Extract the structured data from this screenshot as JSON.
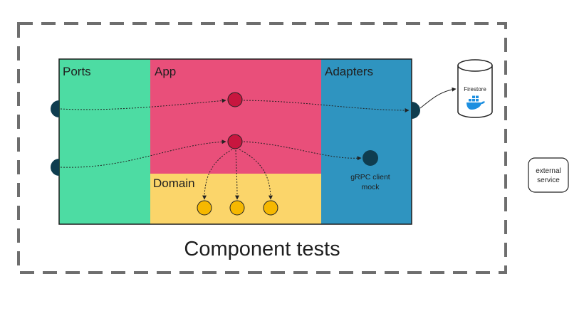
{
  "labels": {
    "ports": "Ports",
    "app": "App",
    "adapters": "Adapters",
    "domain": "Domain",
    "grpc_line1": "gRPC client",
    "grpc_line2": "mock",
    "firestore": "Firestore",
    "external_line1": "external",
    "external_line2": "service",
    "component_tests": "Component tests"
  },
  "colors": {
    "ports": "#4ddca3",
    "app": "#e94f7a",
    "domain": "#fbd56a",
    "adapters": "#2f94c0",
    "node_red": "#c8163f",
    "node_yellow": "#f6b800",
    "node_dark": "#0f3d4f",
    "docker": "#1d8fe0"
  },
  "icons": {
    "database": "database-cylinder-icon",
    "docker": "docker-whale-icon"
  }
}
